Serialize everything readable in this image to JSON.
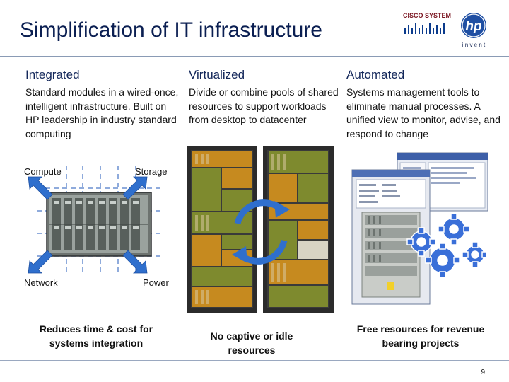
{
  "slide": {
    "title": "Simplification of IT infrastructure",
    "page_number": "9"
  },
  "logos": {
    "cisco": "CISCO SYSTEMS",
    "hp": "hp",
    "hp_tagline": "i n v e n t"
  },
  "columns": [
    {
      "heading": "Integrated",
      "description": "Standard modules in a wired-once, intelligent infrastructure. Built on HP leadership in industry standard computing",
      "footer": "Reduces time & cost for systems integration"
    },
    {
      "heading": "Virtualized",
      "description": "Divide or combine pools of shared resources to support workloads from desktop to datacenter",
      "footer": "No captive or idle resources"
    },
    {
      "heading": "Automated",
      "description": "Systems management tools to eliminate manual processes. A unified view to monitor, advise, and respond to change",
      "footer": "Free resources for revenue bearing projects"
    }
  ],
  "integrated_diagram": {
    "labels": {
      "compute": "Compute",
      "storage": "Storage",
      "network": "Network",
      "power": "Power"
    }
  },
  "colors": {
    "title": "#0b1f52",
    "arrow_blue": "#2f6fcd",
    "rack_orange": "#c68a1f",
    "rack_olive": "#7e8a2e",
    "gear_blue": "#3a6fd8"
  }
}
